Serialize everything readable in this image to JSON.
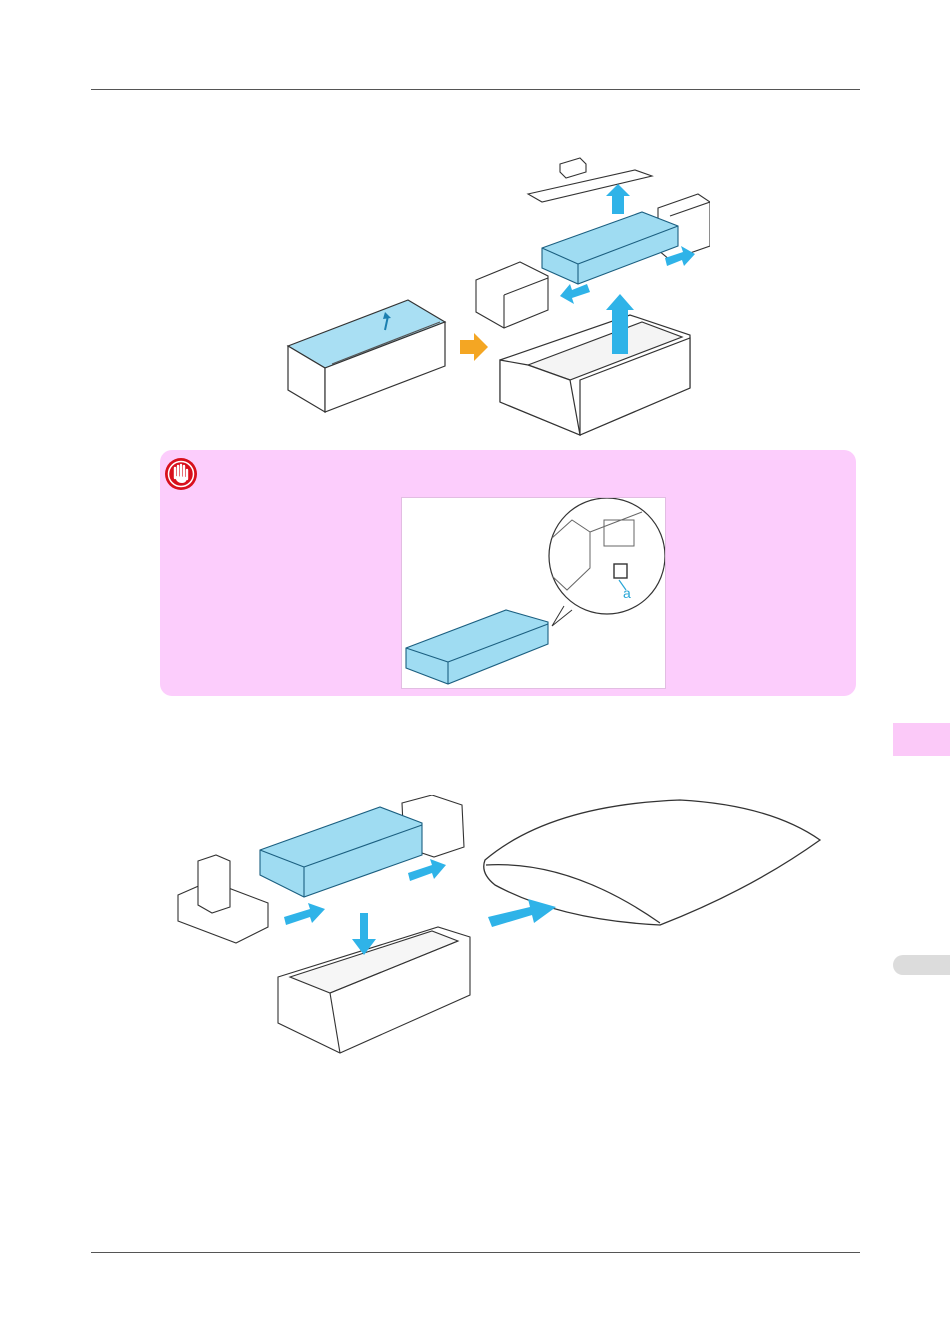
{
  "colors": {
    "cartridge": "#9fdcf2",
    "arrow_blue": "#2fb3e8",
    "arrow_orange": "#f4a623",
    "important_bg": "#fccdfc",
    "important_icon": "#d8101c",
    "label_blue": "#29a6d6"
  },
  "figures": {
    "unpacking": {
      "icon": "cartridge-unpacking-illustration"
    },
    "important": {
      "icon": "hand-stop-icon",
      "inset_callout_label": "a"
    },
    "repacking": {
      "icon": "cartridge-repacking-illustration"
    }
  },
  "side_tabs": [
    {
      "name": "pink-index-tab",
      "color": "#fbc9f8"
    },
    {
      "name": "gray-index-tab",
      "color": "#dcdcdc"
    }
  ]
}
